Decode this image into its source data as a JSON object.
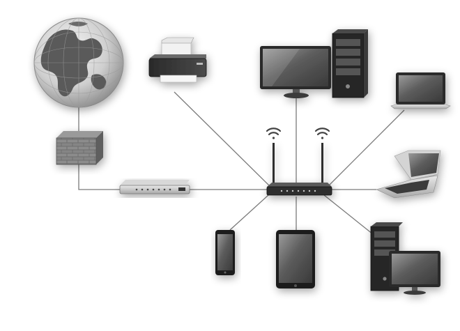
{
  "diagram": {
    "title": "",
    "theme": "grayscale",
    "nodes": [
      {
        "id": "internet",
        "icon": "globe-icon"
      },
      {
        "id": "firewall",
        "icon": "brick-wall-icon"
      },
      {
        "id": "modem",
        "icon": "modem-icon"
      },
      {
        "id": "router",
        "icon": "wifi-router-icon"
      },
      {
        "id": "printer",
        "icon": "printer-icon"
      },
      {
        "id": "desktop-pc",
        "icon": "desktop-computer-icon"
      },
      {
        "id": "laptop-right",
        "icon": "laptop-icon"
      },
      {
        "id": "laptop-open",
        "icon": "laptop-icon"
      },
      {
        "id": "smartphone",
        "icon": "smartphone-icon"
      },
      {
        "id": "tablet",
        "icon": "tablet-icon"
      },
      {
        "id": "desktop-pc-2",
        "icon": "desktop-computer-icon"
      }
    ],
    "links": [
      [
        "internet",
        "firewall"
      ],
      [
        "firewall",
        "modem"
      ],
      [
        "modem",
        "router"
      ],
      [
        "router",
        "printer"
      ],
      [
        "router",
        "desktop-pc"
      ],
      [
        "router",
        "laptop-right"
      ],
      [
        "router",
        "laptop-open"
      ],
      [
        "router",
        "smartphone"
      ],
      [
        "router",
        "tablet"
      ],
      [
        "router",
        "desktop-pc-2"
      ]
    ],
    "wifi_signals": 2
  }
}
